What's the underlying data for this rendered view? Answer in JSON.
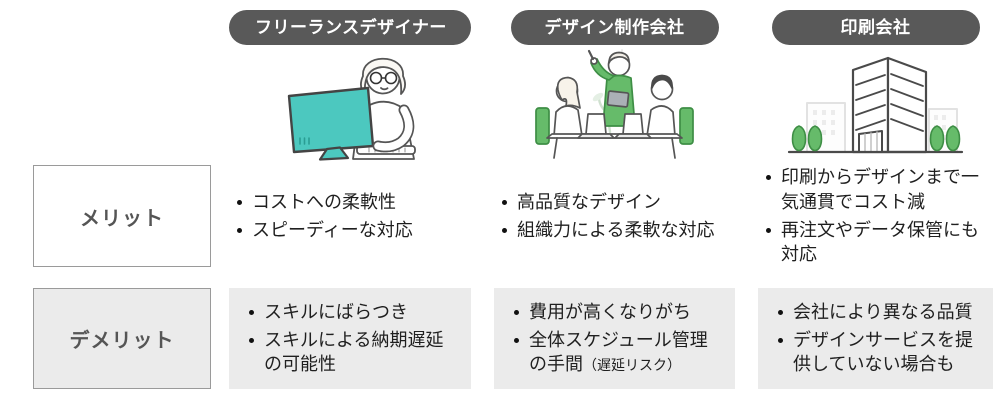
{
  "colors": {
    "pill_bg": "#595959",
    "pill_text": "#ffffff",
    "demerit_cell_bg": "#ebebeb",
    "label_border": "#9a9a9a",
    "accent_teal": "#4CC8BF",
    "accent_green": "#66BB6A",
    "body_text": "#1f1f1f"
  },
  "rows": {
    "merit_label": "メリット",
    "demerit_label": "デメリット"
  },
  "columns": [
    {
      "header": "フリーランスデザイナー",
      "illustration": "freelance-designer-illustration",
      "merits": [
        {
          "text": "コストへの柔軟性"
        },
        {
          "text": "スピーディーな対応"
        }
      ],
      "demerits": [
        {
          "text": "スキルにばらつき"
        },
        {
          "text": "スキルによる納期遅延の可能性"
        }
      ]
    },
    {
      "header": "デザイン制作会社",
      "illustration": "design-team-meeting-illustration",
      "merits": [
        {
          "text": "高品質なデザイン"
        },
        {
          "text": "組織力による柔軟な対応"
        }
      ],
      "demerits": [
        {
          "text": "費用が高くなりがち"
        },
        {
          "text": "全体スケジュール管理の手間",
          "note": "（遅延リスク）"
        }
      ]
    },
    {
      "header": "印刷会社",
      "illustration": "office-building-illustration",
      "merits": [
        {
          "text": "印刷からデザインまで一気通貫でコスト減"
        },
        {
          "text": "再注文やデータ保管にも対応"
        }
      ],
      "demerits": [
        {
          "text": "会社により異なる品質"
        },
        {
          "text": "デザインサービスを提供していない場合も"
        }
      ]
    }
  ]
}
